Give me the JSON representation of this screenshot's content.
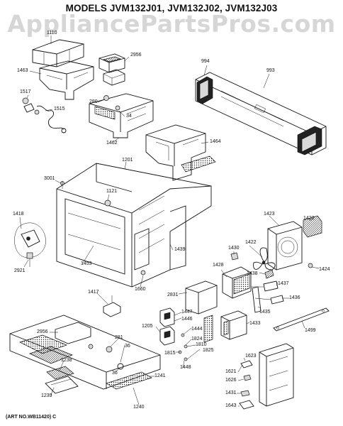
{
  "title": "MODELS JVM132J01, JVM132J02, JVM132J03",
  "watermark": "AppliancePartsPros.com",
  "art_no": "(ART NO.WB11420) C",
  "part_labels": {
    "p1110": "1110",
    "p2956a": "2956",
    "p994": "994",
    "p993": "993",
    "p1463": "1463",
    "p1517": "1517",
    "p1515": "1515",
    "p280": "280",
    "p34": "34",
    "p1462": "1462",
    "p1464": "1464",
    "p1201": "1201",
    "p3001": "3001",
    "p1121": "1121",
    "p1418": "1418",
    "p2921": "2921",
    "p1453": "1453",
    "p1439": "1439",
    "p1423": "1423",
    "p1422": "1422",
    "p1430": "1430",
    "p1422b": "1422",
    "p1428": "1428",
    "p1424": "1424",
    "p1438": "1438",
    "p1437": "1437",
    "p1436": "1436",
    "p1417": "1417",
    "p1660": "1660",
    "p2831": "2831",
    "p1435": "1435",
    "p1447": "1447",
    "p1446": "1446",
    "p1205": "1205",
    "p1433": "1433",
    "p1499": "1499",
    "p2956b": "2956",
    "p281": "281",
    "p36a": "36",
    "p1444": "1444",
    "p1824": "1824",
    "p1810": "1810",
    "p1825": "1825",
    "p1815": "1815",
    "p1238": "1238",
    "p36b": "36",
    "p1448": "1448",
    "p1241": "1241",
    "p1623": "1623",
    "p1239": "1239",
    "p1621": "1621",
    "p1626": "1626",
    "p1240": "1240",
    "p1431": "1431",
    "p1643": "1643"
  }
}
